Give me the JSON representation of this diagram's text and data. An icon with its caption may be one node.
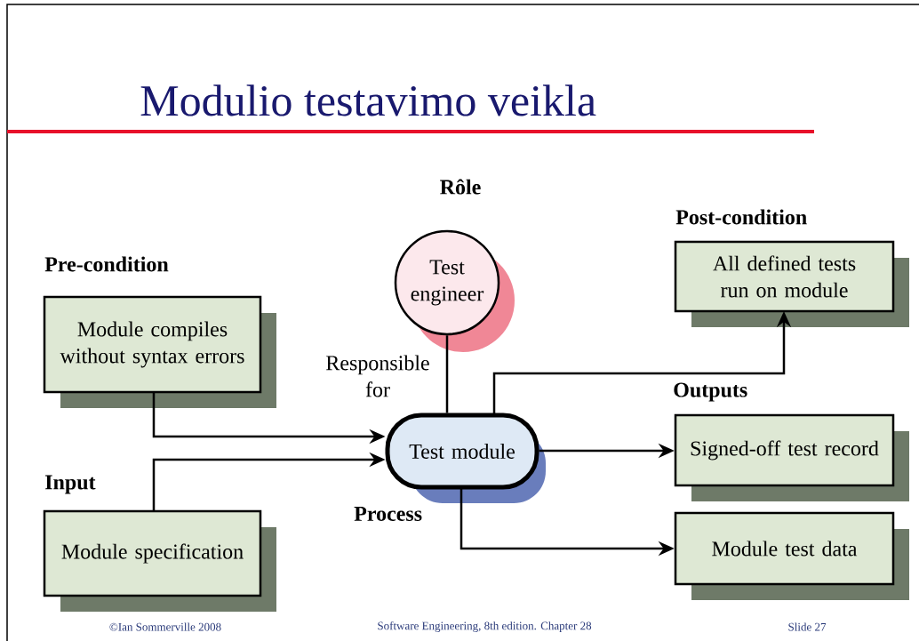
{
  "diagram": {
    "title": "Modulio testavimo veikla",
    "nodes": [
      {
        "text": [
          "Pre-condition",
          "Module compiles without syntax errors"
        ]
      },
      {
        "text": [
          "Input",
          "Module specification"
        ]
      },
      {
        "text": [
          "Rôle",
          "Test engineer"
        ]
      },
      {
        "text": [
          "Test module"
        ],
        "beside": [
          "Process"
        ]
      },
      {
        "text": [
          "Post-condition",
          "All defined tests run on module"
        ]
      },
      {
        "text": [
          "Outputs",
          "Signed-off test record"
        ]
      },
      {
        "text": [
          "Module test data"
        ]
      }
    ],
    "edges": [
      {
        "from": 0,
        "to": 3,
        "arrow": "to"
      },
      {
        "from": 1,
        "to": 3,
        "arrow": "to"
      },
      {
        "from": 2,
        "to": 3,
        "arrow": "none",
        "label": "Responsible for"
      },
      {
        "from": 3,
        "to": 4,
        "arrow": "to"
      },
      {
        "from": 3,
        "to": 5,
        "arrow": "to"
      },
      {
        "from": 3,
        "to": 6,
        "arrow": "to"
      }
    ],
    "labels": [
      "©Ian Sommerville 2008",
      "Software Engineering, 8th edition. Chapter 28",
      "Slide 27"
    ]
  }
}
